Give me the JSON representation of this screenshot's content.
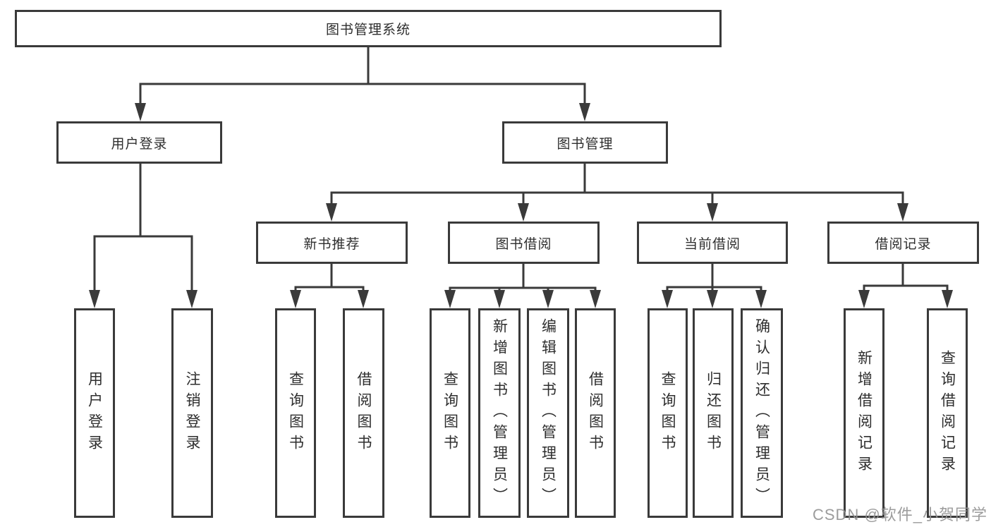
{
  "diagram": {
    "root": {
      "label": "图书管理系统"
    },
    "branches": [
      {
        "label": "用户登录"
      },
      {
        "label": "图书管理"
      }
    ],
    "sections": [
      {
        "label": "新书推荐"
      },
      {
        "label": "图书借阅"
      },
      {
        "label": "当前借阅"
      },
      {
        "label": "借阅记录"
      }
    ],
    "leaves": [
      {
        "label": "用户登录"
      },
      {
        "label": "注销登录"
      },
      {
        "label": "查询图书"
      },
      {
        "label": "借阅图书"
      },
      {
        "label": "查询图书"
      },
      {
        "label": "新增图书（管理员）"
      },
      {
        "label": "编辑图书（管理员）"
      },
      {
        "label": "借阅图书"
      },
      {
        "label": "查询图书"
      },
      {
        "label": "归还图书"
      },
      {
        "label": "确认归还（管理员）"
      },
      {
        "label": "新增借阅记录"
      },
      {
        "label": "查询借阅记录"
      }
    ],
    "watermark": "CSDN @软件_小贺同学"
  },
  "colors": {
    "line": "#3a3a3a",
    "box_border": "#3a3a3a",
    "text": "#2e2e2e",
    "watermark": "#949494",
    "background": "#ffffff"
  }
}
